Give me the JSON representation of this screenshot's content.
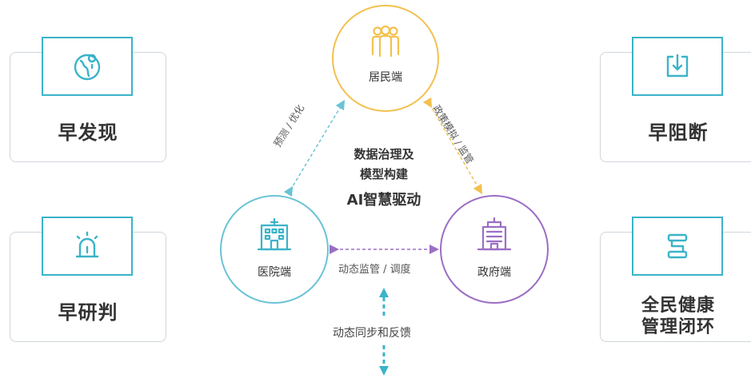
{
  "goals": {
    "early_discover": "早发现",
    "early_judge": "早研判",
    "early_block": "早阻断",
    "closed_loop": "全民健康\n管理闭环"
  },
  "nodes": {
    "resident": "居民端",
    "hospital": "医院端",
    "government": "政府端"
  },
  "center": {
    "line1": "数据治理及",
    "line2": "模型构建",
    "line3": "AI智慧驱动"
  },
  "edges": {
    "hospital_resident": "预测 / 优化",
    "resident_government": "政策模拟 / 监管",
    "hospital_government": "动态监管 / 调度"
  },
  "flow": "动态同步和反馈",
  "colors": {
    "teal": "#3bb3c9",
    "yellow": "#f2c14e",
    "purple": "#9b6ec4"
  }
}
